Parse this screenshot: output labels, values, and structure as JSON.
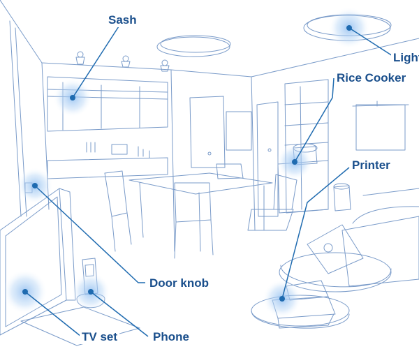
{
  "labels": {
    "sash": "Sash",
    "light": "Light",
    "rice_cooker": "Rice Cooker",
    "printer": "Printer",
    "door_knob": "Door knob",
    "tv_set": "TV set",
    "phone": "Phone"
  },
  "colors": {
    "line_art": "#7a9bc9",
    "callout_line": "#1f6bb0",
    "label_text": "#1a4f8c",
    "highlight_glow": "#9fc6f0",
    "marker_dot": "#1f6bb0"
  }
}
